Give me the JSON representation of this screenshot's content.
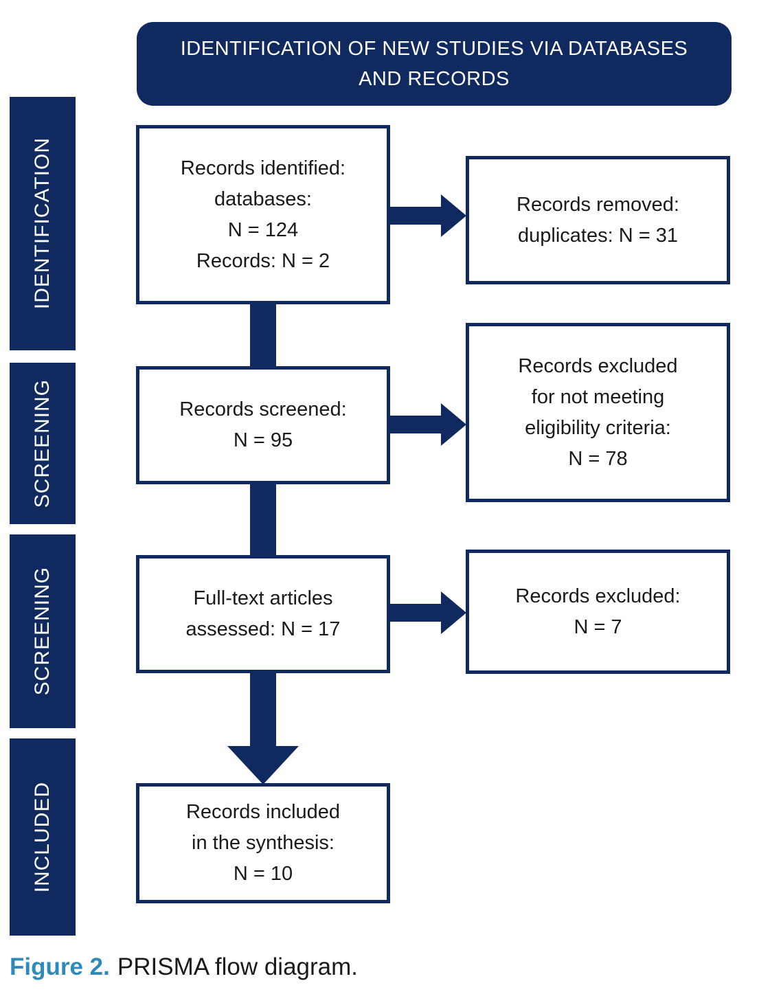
{
  "header": {
    "title": "IDENTIFICATION OF NEW STUDIES VIA DATABASES\nAND RECORDS"
  },
  "sidebar": {
    "stages": [
      {
        "label": "IDENTIFICATION"
      },
      {
        "label": "SCREENING"
      },
      {
        "label": "SCREENING"
      },
      {
        "label": "INCLUDED"
      }
    ]
  },
  "flow": {
    "main_boxes": [
      {
        "text": "Records identified:\ndatabases:\nN = 124\nRecords: N = 2"
      },
      {
        "text": "Records screened:\nN = 95"
      },
      {
        "text": "Full-text articles\nassessed: N = 17"
      },
      {
        "text": "Records included\nin the synthesis:\nN = 10"
      }
    ],
    "side_boxes": [
      {
        "text": "Records removed:\nduplicates: N = 31"
      },
      {
        "text": "Records excluded\nfor not meeting\neligibility criteria:\nN = 78"
      },
      {
        "text": "Records excluded:\nN = 7"
      }
    ]
  },
  "caption": {
    "label": "Figure 2.",
    "text": "PRISMA flow diagram."
  },
  "colors": {
    "navy": "#102a60",
    "caption_blue": "#2e8ab8",
    "text": "#1a1a1a",
    "background": "#ffffff"
  }
}
